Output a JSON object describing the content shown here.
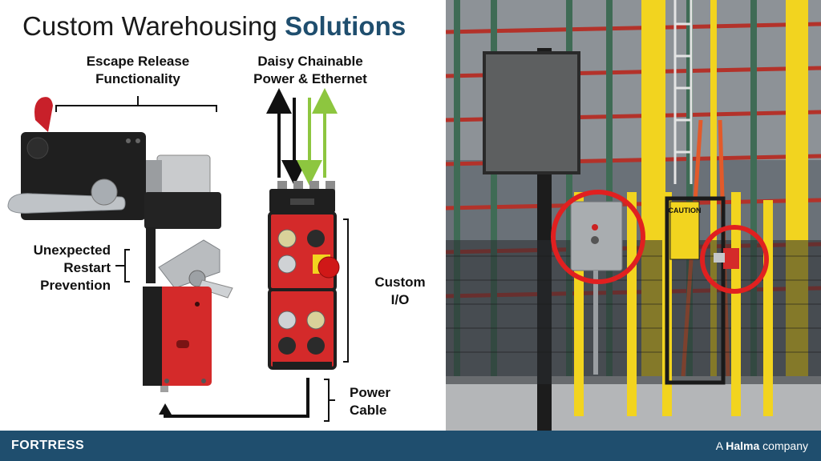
{
  "slide": {
    "title_part1": "Custom Warehousing ",
    "title_part2": "Solutions"
  },
  "labels": {
    "escape_line1": "Escape Release",
    "escape_line2": "Functionality",
    "daisy_line1": "Daisy Chainable",
    "daisy_line2": "Power & Ethernet",
    "unexpected_line1": "Unexpected",
    "unexpected_line2": "Restart",
    "unexpected_line3": "Prevention",
    "custom_line1": "Custom",
    "custom_line2": "I/O",
    "power_line1": "Power",
    "power_line2": "Cable"
  },
  "photo": {
    "caution_text": "CAUTION"
  },
  "footer": {
    "brand": "FORTRESS",
    "halma_prefix": "A ",
    "halma_name": "Halma",
    "halma_suffix": " company"
  },
  "colors": {
    "footer_bg": "#1f4e6e",
    "title_accent": "#1f4e6e",
    "device_red": "#d42a2a",
    "arrow_green": "#8dc63f",
    "highlight_circle": "#e02020",
    "rack_yellow": "#f2d41f"
  }
}
